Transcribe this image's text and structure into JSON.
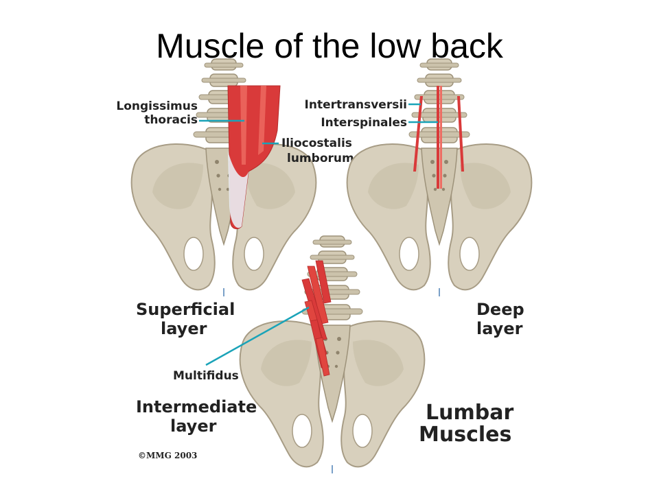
{
  "slide": {
    "title": "Muscle of the low back"
  },
  "figure": {
    "colors": {
      "bone": "#d8d0bd",
      "bone_shadow": "#b7ad97",
      "muscle": "#d93a3a",
      "muscle_light": "#ee6d63",
      "fascia": "#e9eef4",
      "leader_line": "#1aa3b8",
      "text": "#222222"
    },
    "panels": {
      "superficial": {
        "layer_label_line1": "Superficial",
        "layer_label_line2": "layer",
        "muscle_1_line1": "Longissimus",
        "muscle_1_line2": "thoracis",
        "muscle_2_line1": "Iliocostalis",
        "muscle_2_line2": "lumborum"
      },
      "deep": {
        "layer_label_line1": "Deep",
        "layer_label_line2": "layer",
        "muscle_1": "Intertransversii",
        "muscle_2": "Interspinales"
      },
      "intermediate": {
        "layer_label_line1": "Intermediate",
        "layer_label_line2": "layer",
        "muscle_1": "Multifidus"
      }
    },
    "caption_line1": "Lumbar",
    "caption_line2": "Muscles",
    "copyright": "©MMG 2003"
  }
}
